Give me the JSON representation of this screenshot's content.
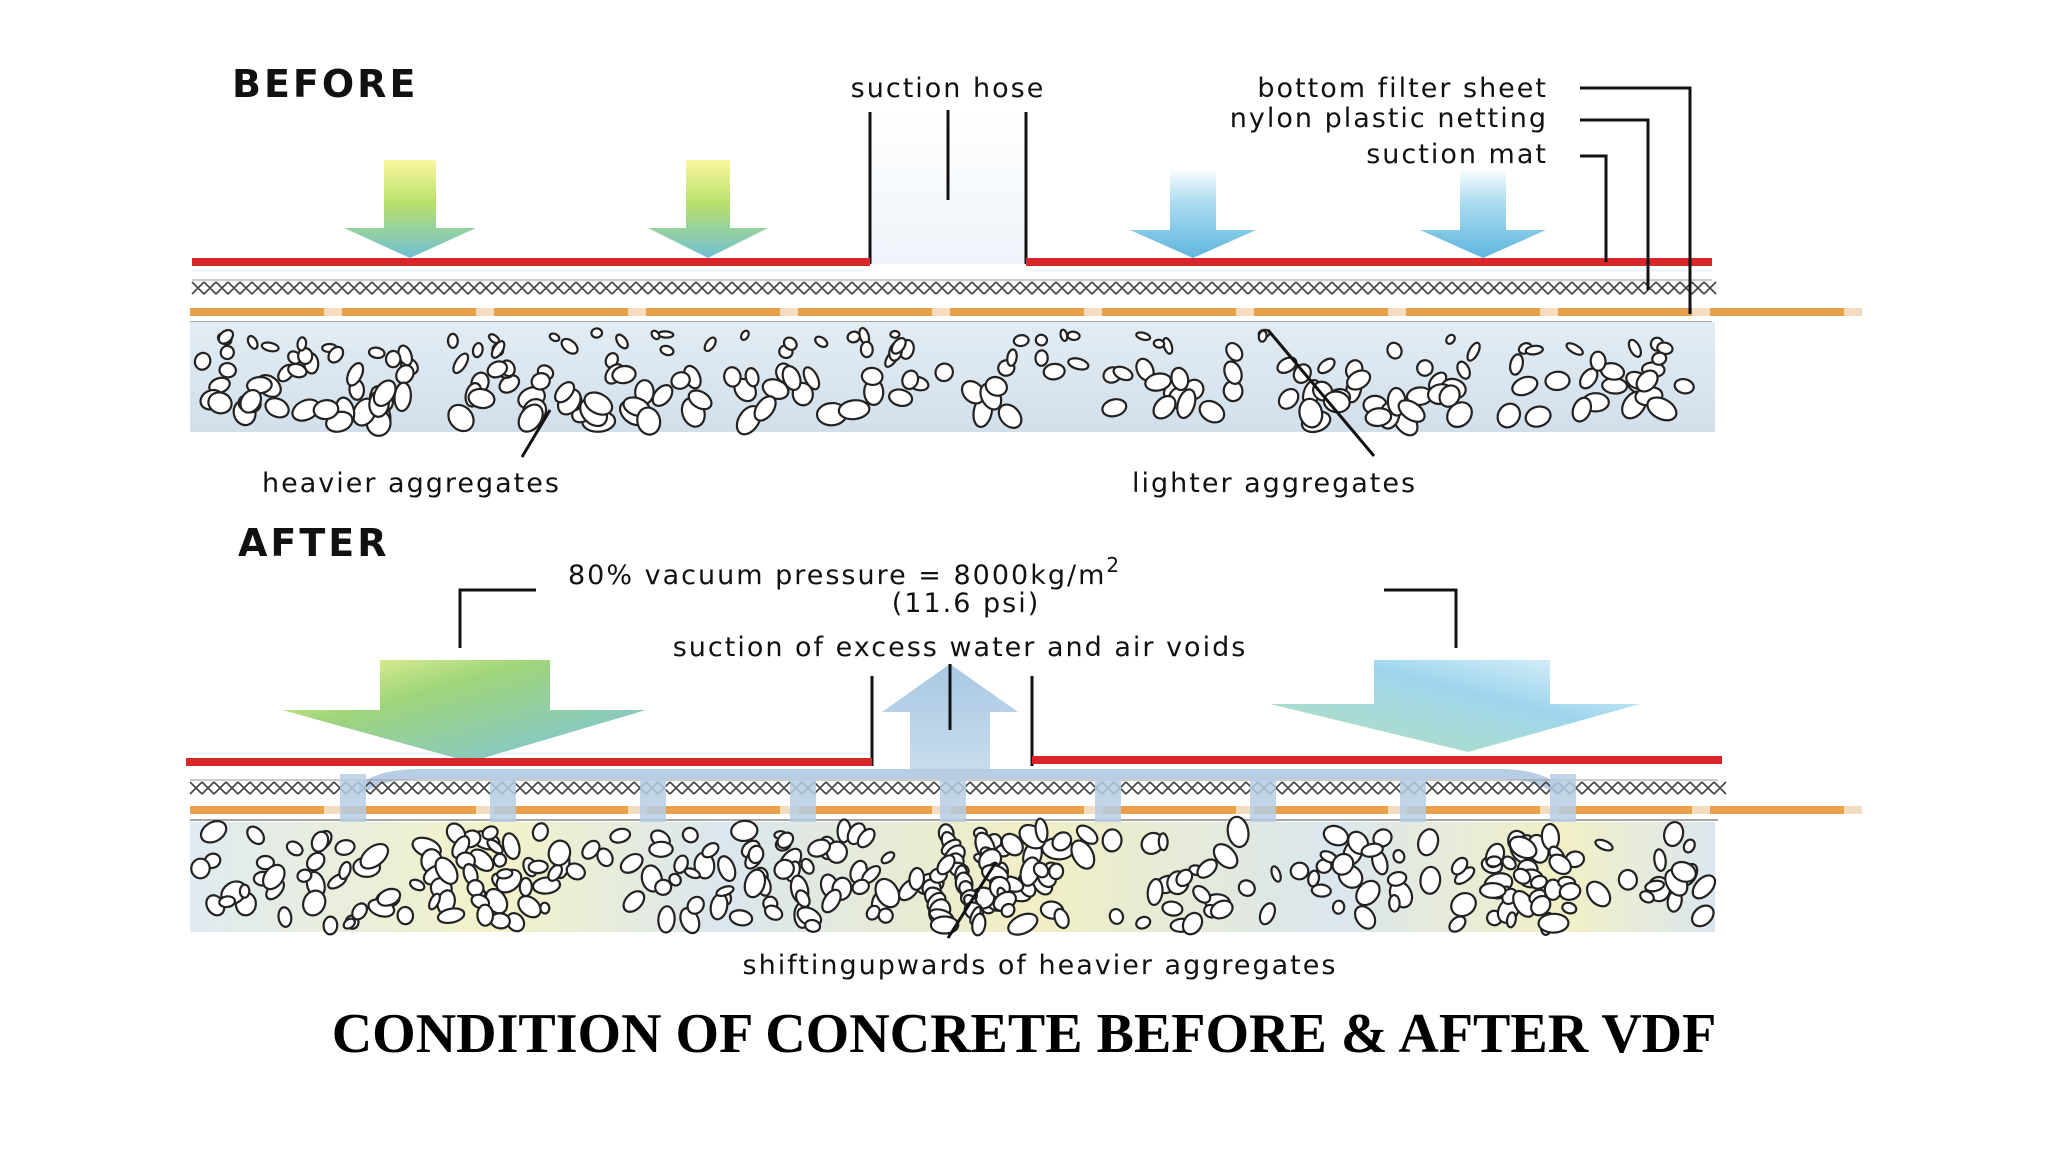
{
  "before": {
    "heading": "BEFORE",
    "labels": {
      "suction_hose": "suction hose",
      "bottom_filter_sheet": "bottom filter sheet",
      "nylon_plastic_netting": "nylon plastic netting",
      "suction_mat": "suction mat",
      "heavier_aggregates": "heavier aggregates",
      "lighter_aggregates": "lighter aggregates"
    }
  },
  "after": {
    "heading": "AFTER",
    "labels": {
      "vacuum_pressure": "80% vacuum pressure = 8000kg/m",
      "vacuum_superscript": "2",
      "psi": "(11.6 psi)",
      "suction_excess": "suction of excess water and air voids",
      "shifting_upwards": "shiftingupwards of heavier aggregates"
    }
  },
  "caption": "CONDITION OF CONCRETE BEFORE & AFTER VDF",
  "colors": {
    "suction_mat": "#d9262b",
    "filter_sheet": "#e8a04a",
    "netting": "#444444",
    "concrete": "#dbe6ee",
    "arrow_green": "#8fd14f",
    "arrow_blue": "#7cc3e6"
  }
}
